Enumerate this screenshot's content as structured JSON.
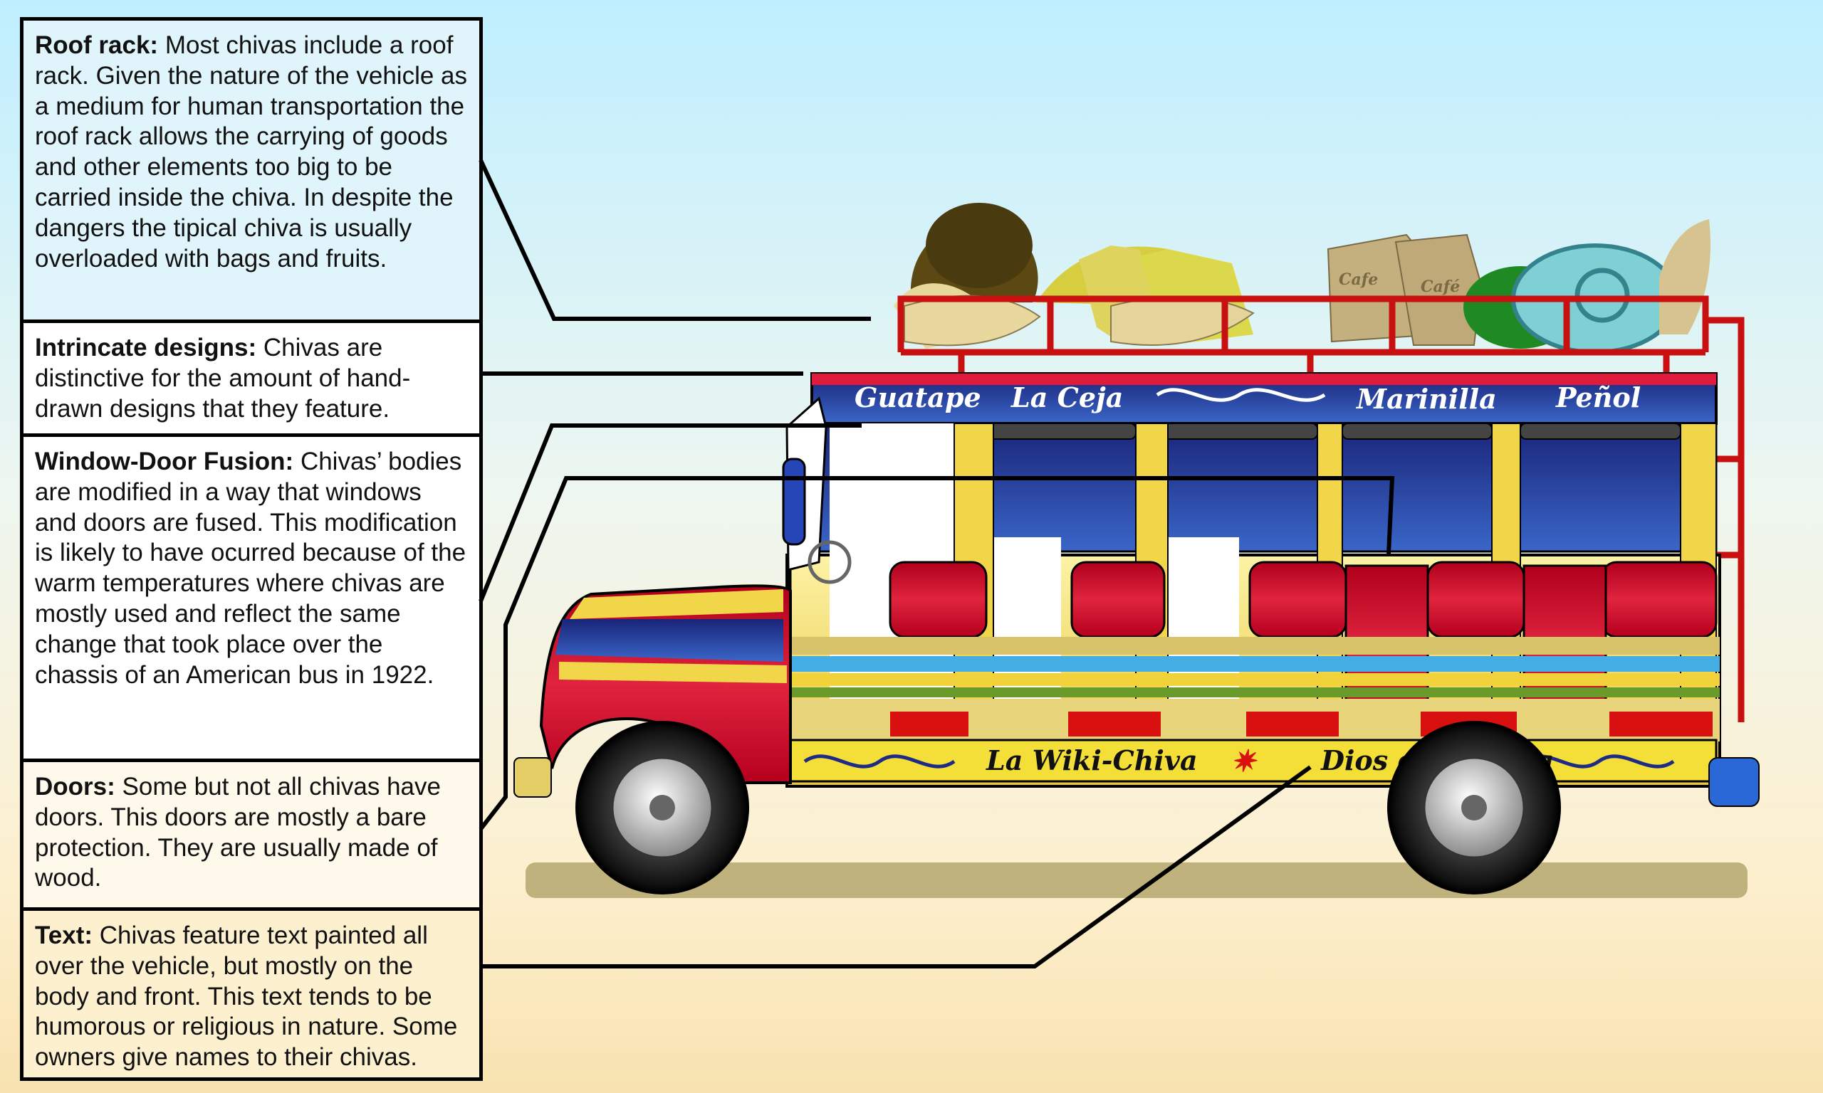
{
  "callouts": [
    {
      "title": "Roof rack:",
      "text": " Most chivas include a roof rack. Given the nature of the vehicle as a medium for human transportation the roof rack allows the carrying of goods and other elements too big to be carried inside the chiva. In despite the dangers the tipical chiva is usually overloaded with bags and fruits."
    },
    {
      "title": "Intrincate designs:",
      "text": " Chivas are distinctive for the amount of hand-drawn designs that they feature."
    },
    {
      "title": "Window-Door Fusion:",
      "text": " Chivas’ bodies are modified in a way that windows and doors are fused. This modification is likely to have ocurred because of the warm temperatures where chivas are mostly used and reflect the same change that took place over the chassis of an American bus in 1922."
    },
    {
      "title": "Doors:",
      "text": " Some but not all chivas have doors. This doors are mostly a bare protection. They are usually made of wood."
    },
    {
      "title": "Text:",
      "text": " Chivas feature text painted all over the vehicle, but mostly on the body and front. This text tends to be humorous or religious in nature. Some owners give names to their chivas."
    }
  ],
  "bus": {
    "roof_towns": [
      "Guatape",
      "La Ceja",
      "Marinilla",
      "Peñol"
    ],
    "side_name": "La Wiki-Chiva",
    "side_motto": "Dios es mi guia",
    "cargo_labels": [
      "Cafe",
      "Café"
    ]
  },
  "colors": {
    "blue": "#1d2a86",
    "red": "#d4102a",
    "yellow": "#f1d64a",
    "outline": "#000000"
  }
}
